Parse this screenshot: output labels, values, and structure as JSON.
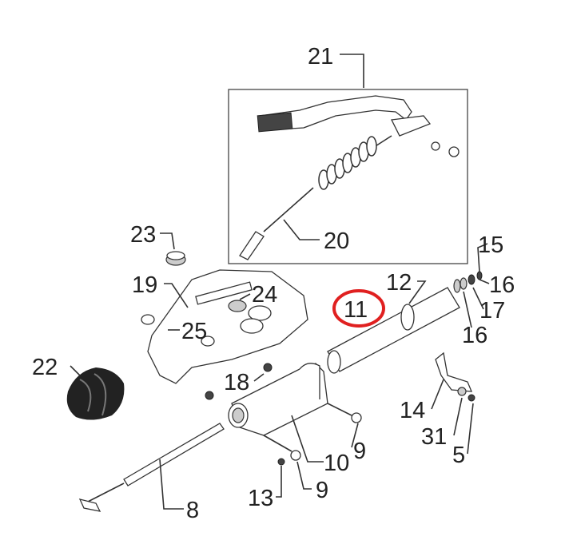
{
  "diagram": {
    "labels": {
      "p21": "21",
      "p20": "20",
      "p23": "23",
      "p19": "19",
      "p24": "24",
      "p25": "25",
      "p22": "22",
      "p18": "18",
      "p11": "11",
      "p12": "12",
      "p15": "15",
      "p16a": "16",
      "p17": "17",
      "p16b": "16",
      "p14": "14",
      "p31": "31",
      "p5": "5",
      "p9a": "9",
      "p10": "10",
      "p9b": "9",
      "p13": "13",
      "p8": "8"
    },
    "highlighted_part": "11",
    "highlight_color": "#e02020"
  }
}
